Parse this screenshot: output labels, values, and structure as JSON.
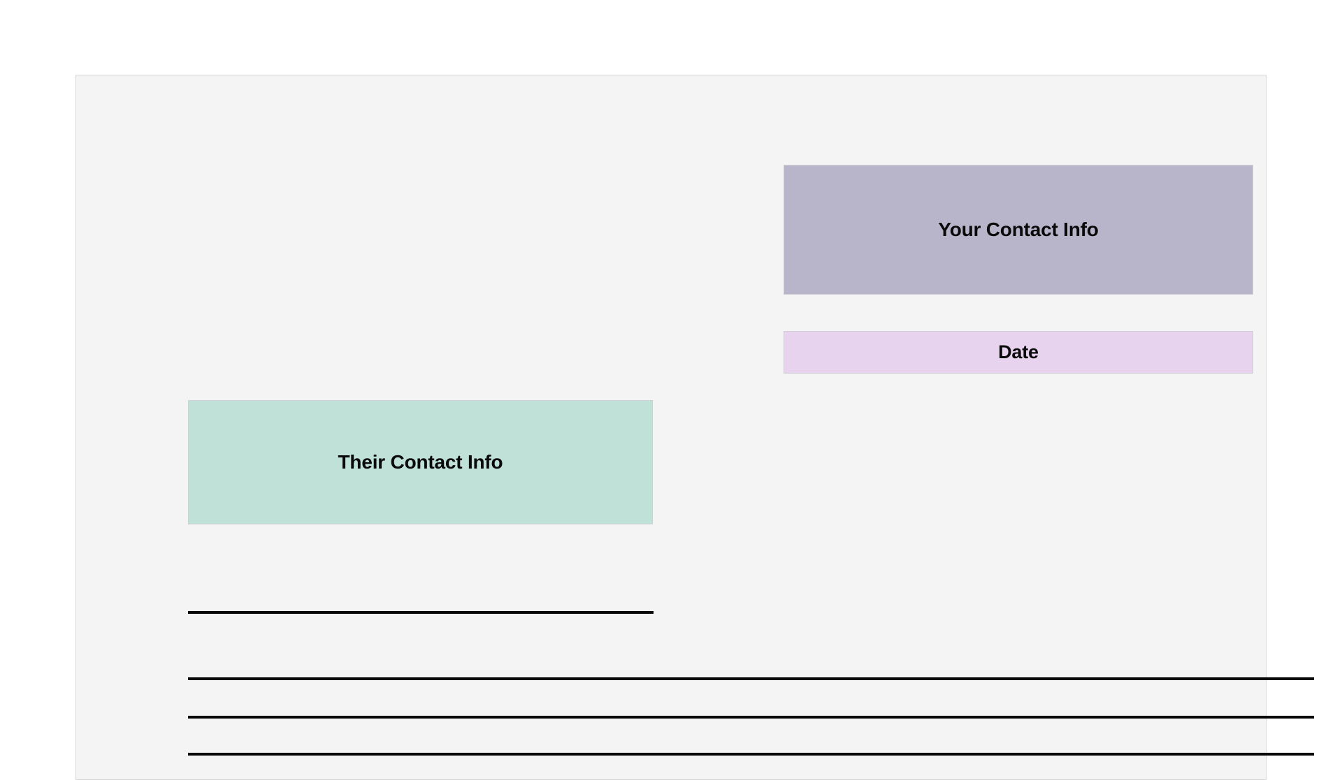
{
  "document": {
    "name": "letter-template",
    "background_color": "#f4f4f4",
    "border_color": "#d6d6d6"
  },
  "fields": [
    {
      "id": "your-contact",
      "label": "Your Contact Info",
      "fill_color": "#b8b5ca",
      "border_color": "#cfcfd6"
    },
    {
      "id": "date",
      "label": "Date",
      "fill_color": "#e8d3ef",
      "border_color": "#cfcfd6"
    },
    {
      "id": "their-contact",
      "label": "Their Contact Info",
      "fill_color": "#bfe1d8",
      "border_color": "#cfcfd6"
    }
  ],
  "rules": [
    {
      "id": "salutation-line",
      "color": "#080808"
    },
    {
      "id": "body-line-1",
      "color": "#080808"
    },
    {
      "id": "body-line-2",
      "color": "#080808"
    },
    {
      "id": "body-line-3",
      "color": "#080808"
    }
  ]
}
